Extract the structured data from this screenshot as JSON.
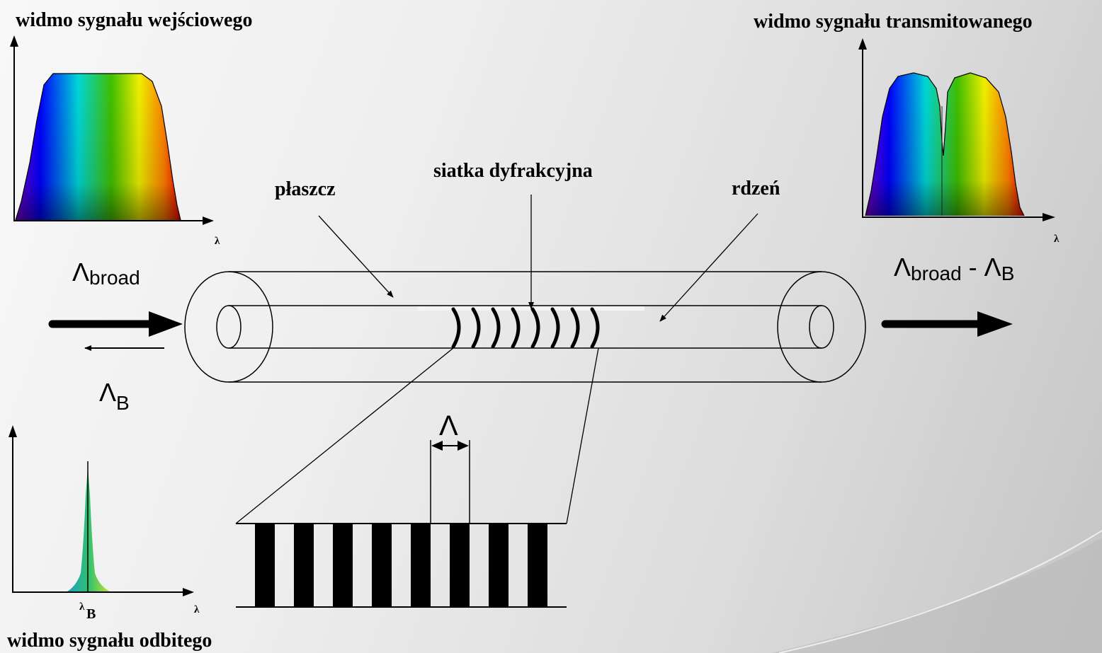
{
  "titles": {
    "input_spectrum": "widmo sygnału wejściowego",
    "transmitted_spectrum": "widmo sygnału transmitowanego",
    "reflected_spectrum": "widmo sygnału odbitego"
  },
  "labels": {
    "cladding": "płaszcz",
    "grating": "siatka dyfrakcyjna",
    "core": "rdzeń"
  },
  "symbols": {
    "lambda": "λ",
    "capital_lambda": "Λ",
    "broad": "broad",
    "bragg": "B",
    "minus": " - "
  },
  "colors": {
    "background": "#e6e6e6",
    "line": "#000000",
    "spectrum_violet": "#7a00c8",
    "spectrum_blue": "#0000ff",
    "spectrum_cyan": "#00d8d8",
    "spectrum_green": "#40c000",
    "spectrum_yellow": "#f0f000",
    "spectrum_red": "#ff0000",
    "reflected_peak": "#30c070"
  }
}
